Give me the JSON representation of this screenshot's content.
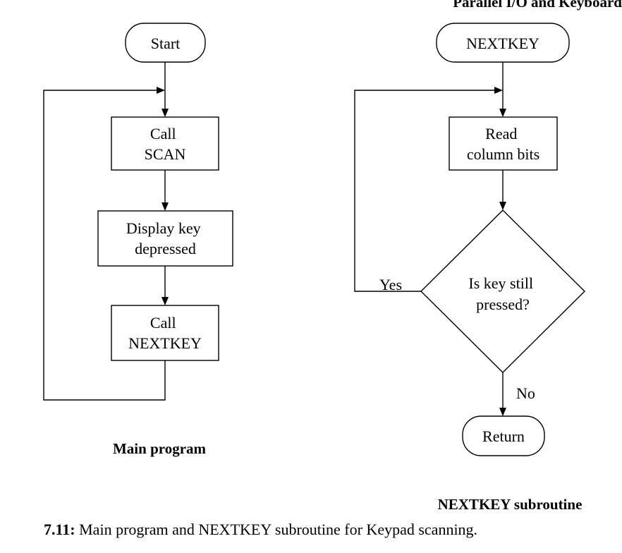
{
  "header": {
    "title": "Parallel I/O and Keyboard"
  },
  "main_program": {
    "label": "Main program",
    "start": "Start",
    "call_scan": [
      "Call",
      "SCAN"
    ],
    "display_key": [
      "Display key",
      "depressed"
    ],
    "call_nextkey": [
      "Call",
      "NEXTKEY"
    ]
  },
  "nextkey_subroutine": {
    "label": "NEXTKEY subroutine",
    "entry": "NEXTKEY",
    "read_column": [
      "Read",
      "column bits"
    ],
    "decision": [
      "Is key still",
      "pressed?"
    ],
    "yes_label": "Yes",
    "no_label": "No",
    "return": "Return"
  },
  "caption": {
    "number": "7.11:",
    "text": " Main program and NEXTKEY subroutine for Keypad scanning."
  }
}
